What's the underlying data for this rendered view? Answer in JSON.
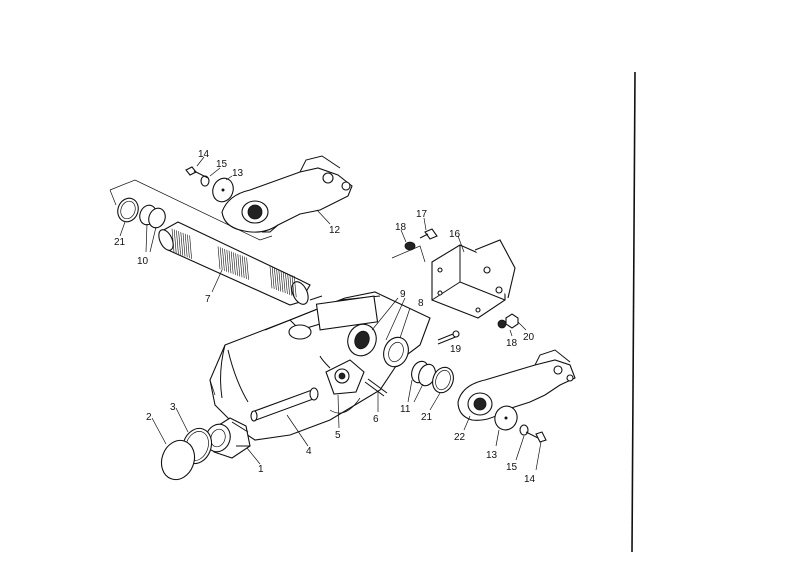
{
  "diagram": {
    "callouts": [
      {
        "id": "c1",
        "text": "1"
      },
      {
        "id": "c2",
        "text": "2"
      },
      {
        "id": "c3",
        "text": "3"
      },
      {
        "id": "c4",
        "text": "4"
      },
      {
        "id": "c5",
        "text": "5"
      },
      {
        "id": "c6",
        "text": "6"
      },
      {
        "id": "c7",
        "text": "7"
      },
      {
        "id": "c8",
        "text": "8"
      },
      {
        "id": "c9",
        "text": "9"
      },
      {
        "id": "c10",
        "text": "10"
      },
      {
        "id": "c11",
        "text": "11"
      },
      {
        "id": "c12",
        "text": "12"
      },
      {
        "id": "c13a",
        "text": "13"
      },
      {
        "id": "c13b",
        "text": "13"
      },
      {
        "id": "c14a",
        "text": "14"
      },
      {
        "id": "c14b",
        "text": "14"
      },
      {
        "id": "c15a",
        "text": "15"
      },
      {
        "id": "c15b",
        "text": "15"
      },
      {
        "id": "c16",
        "text": "16"
      },
      {
        "id": "c17",
        "text": "17"
      },
      {
        "id": "c18a",
        "text": "18"
      },
      {
        "id": "c18b",
        "text": "18"
      },
      {
        "id": "c19",
        "text": "19"
      },
      {
        "id": "c20",
        "text": "20"
      },
      {
        "id": "c21a",
        "text": "21"
      },
      {
        "id": "c21b",
        "text": "21"
      },
      {
        "id": "c22",
        "text": "22"
      }
    ]
  }
}
